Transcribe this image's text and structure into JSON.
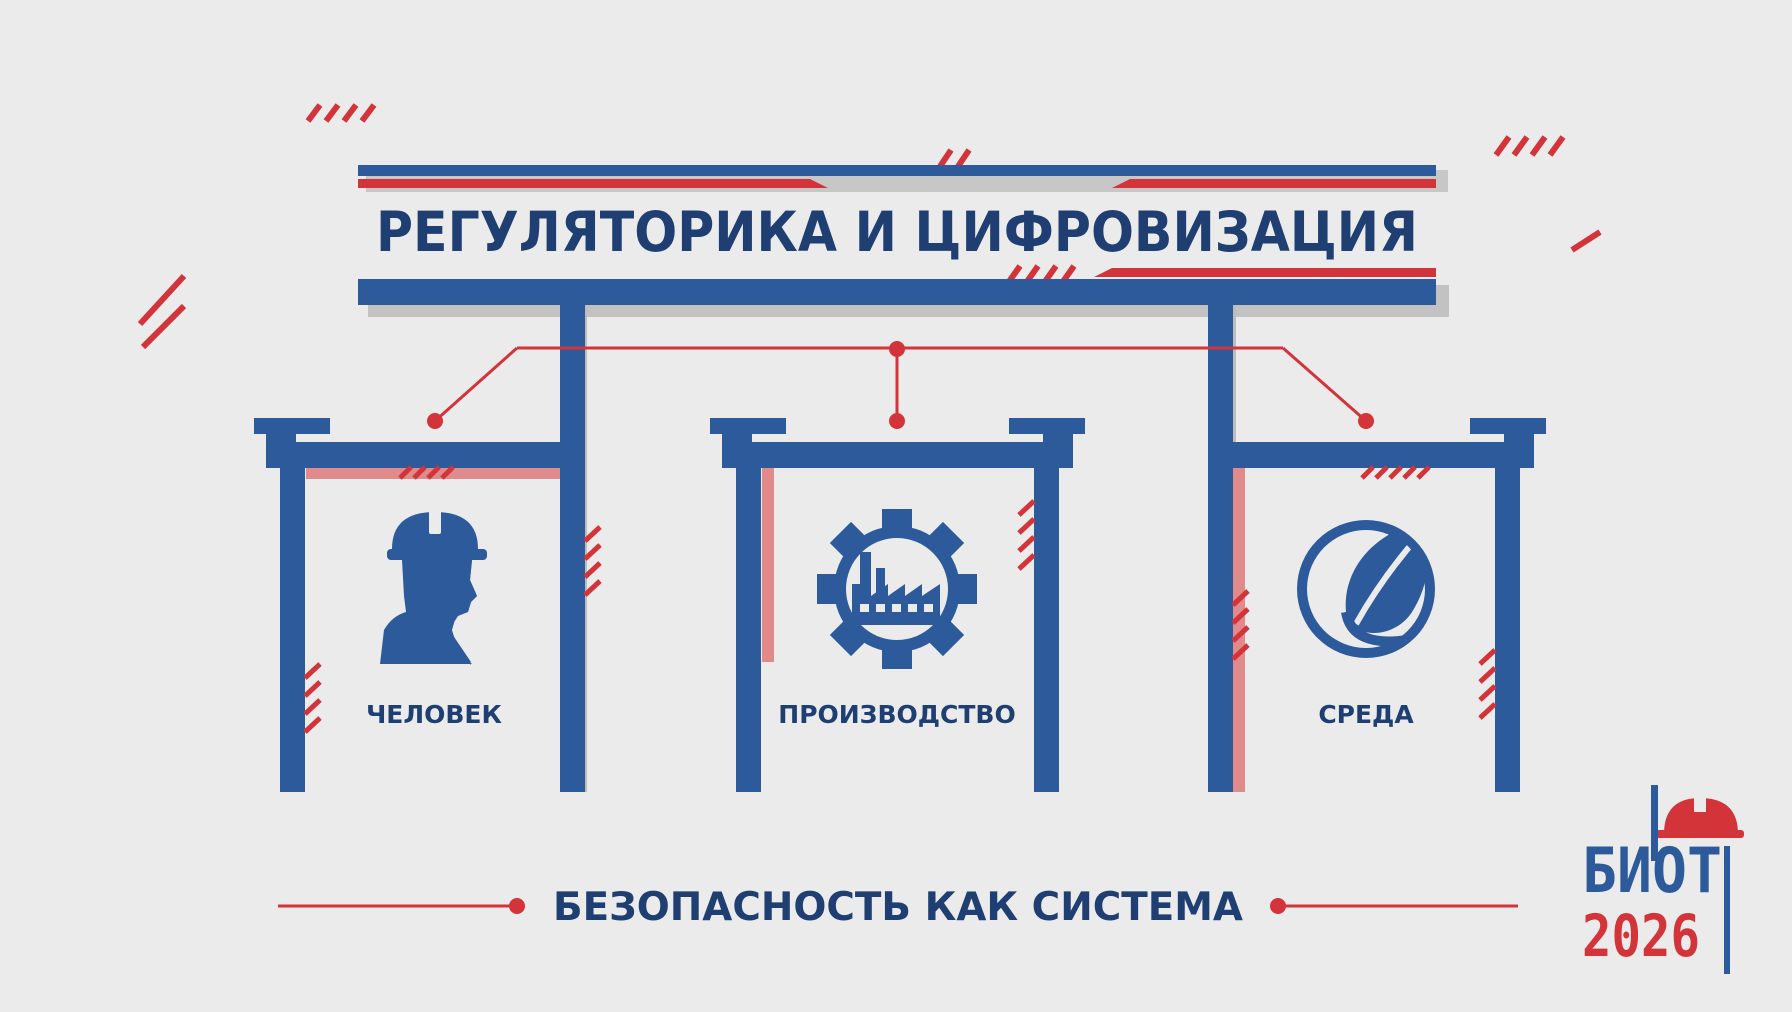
{
  "banner": {
    "title": "РЕГУЛЯТОРИКА И ЦИФРОВИЗАЦИЯ"
  },
  "pillars": [
    {
      "label": "ЧЕЛОВЕК",
      "icon": "worker-helmet-icon"
    },
    {
      "label": "ПРОИЗВОДСТВО",
      "icon": "factory-gear-icon"
    },
    {
      "label": "СРЕДА",
      "icon": "leaf-circle-icon"
    }
  ],
  "tagline": "БЕЗОПАСНОСТЬ КАК СИСТЕМА",
  "logo": {
    "name": "БИОТ",
    "year": "2026",
    "icon": "hard-hat-icon"
  },
  "colors": {
    "blue": "#2c5a9a",
    "navy": "#1f3f72",
    "red": "#d2343a",
    "light_red": "#e08a8c",
    "background": "#ebebeb"
  }
}
